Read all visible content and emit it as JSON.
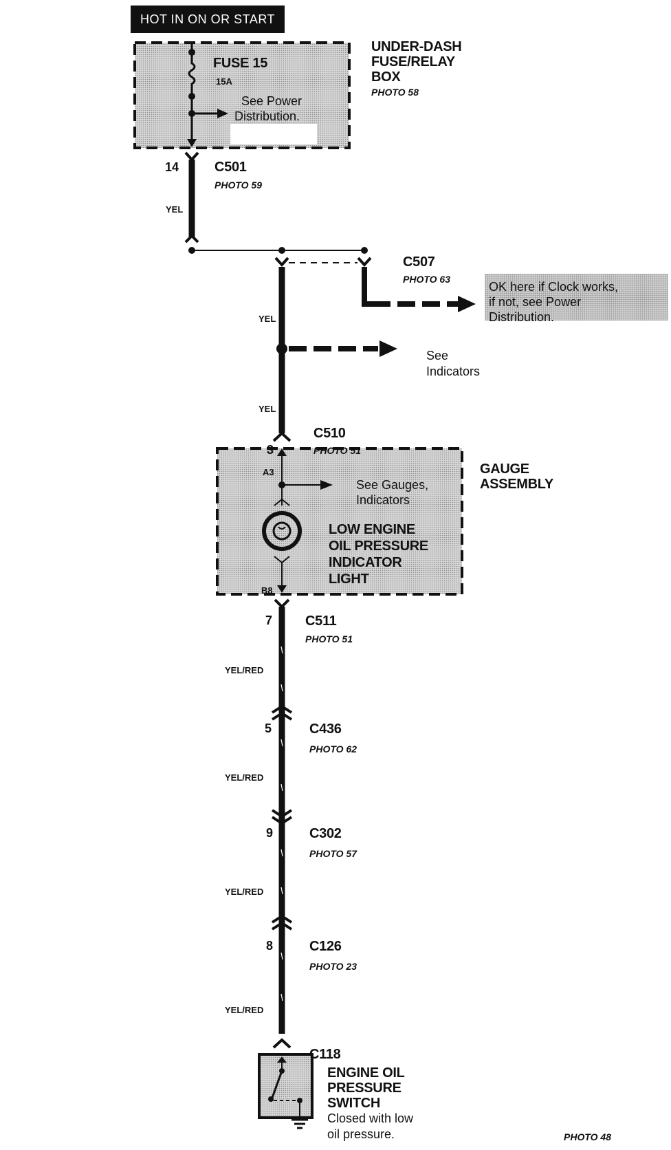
{
  "header": {
    "hot_label": "HOT IN ON OR START"
  },
  "fuse_box": {
    "title": [
      "UNDER-DASH",
      "FUSE/RELAY",
      "BOX"
    ],
    "photo": "PHOTO 58",
    "fuse_name": "FUSE 15",
    "fuse_rating": "15A",
    "see_note": [
      "See Power",
      "Distribution."
    ]
  },
  "c501": {
    "pin": "14",
    "connector": "C501",
    "photo": "PHOTO 59"
  },
  "wire_colors": {
    "yel": "YEL",
    "yel_red": "YEL/RED"
  },
  "c507": {
    "connector": "C507",
    "photo": "PHOTO 63"
  },
  "clock_note": [
    "OK here if Clock works,",
    "if not, see Power",
    "Distribution."
  ],
  "indicators_note": [
    "See",
    "Indicators"
  ],
  "c510": {
    "pin": "3",
    "connector": "C510",
    "photo": "PHOTO 51"
  },
  "gauge_assembly": {
    "title": [
      "GAUGE",
      "ASSEMBLY"
    ],
    "pin_top": "A3",
    "pin_bottom": "B8",
    "see_note": [
      "See Gauges,",
      "Indicators"
    ],
    "light_label": [
      "LOW ENGINE",
      "OIL PRESSURE",
      "INDICATOR",
      "LIGHT"
    ]
  },
  "c511": {
    "pin": "7",
    "connector": "C511",
    "photo": "PHOTO 51"
  },
  "c436": {
    "pin": "5",
    "connector": "C436",
    "photo": "PHOTO 62"
  },
  "c302": {
    "pin": "9",
    "connector": "C302",
    "photo": "PHOTO 57"
  },
  "c126": {
    "pin": "8",
    "connector": "C126",
    "photo": "PHOTO 23"
  },
  "c118": {
    "connector": "C118"
  },
  "oil_switch": {
    "title": [
      "ENGINE OIL",
      "PRESSURE",
      "SWITCH"
    ],
    "desc": [
      "Closed with low",
      "oil pressure."
    ],
    "photo": "PHOTO 48"
  },
  "colors": {
    "ink": "#111111",
    "shade": "#cfcfcf"
  }
}
